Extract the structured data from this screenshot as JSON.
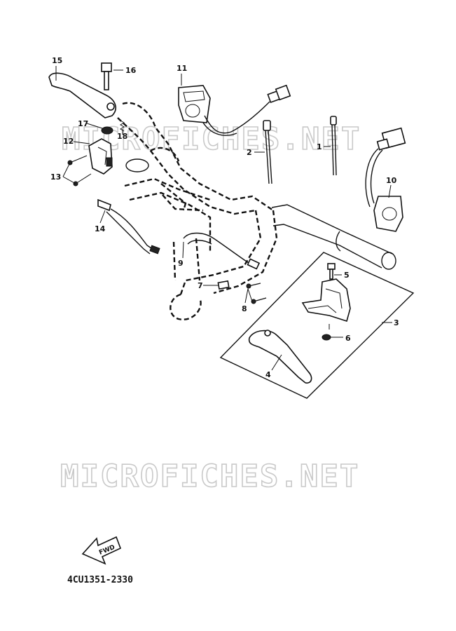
{
  "watermark": "MICROFICHES.NET",
  "diagram_code": "4CU1351-2330",
  "direction_label": "FWD",
  "callouts": [
    {
      "id": "c1",
      "label": "1"
    },
    {
      "id": "c2",
      "label": "2"
    },
    {
      "id": "c3",
      "label": "3"
    },
    {
      "id": "c4",
      "label": "4"
    },
    {
      "id": "c5",
      "label": "5"
    },
    {
      "id": "c6",
      "label": "6"
    },
    {
      "id": "c7",
      "label": "7"
    },
    {
      "id": "c8",
      "label": "8"
    },
    {
      "id": "c9",
      "label": "9"
    },
    {
      "id": "c10",
      "label": "10"
    },
    {
      "id": "c11",
      "label": "11"
    },
    {
      "id": "c12",
      "label": "12"
    },
    {
      "id": "c13",
      "label": "13"
    },
    {
      "id": "c14",
      "label": "14"
    },
    {
      "id": "c15",
      "label": "15"
    },
    {
      "id": "c16",
      "label": "16"
    },
    {
      "id": "c17",
      "label": "17"
    },
    {
      "id": "c18",
      "label": "18"
    }
  ]
}
